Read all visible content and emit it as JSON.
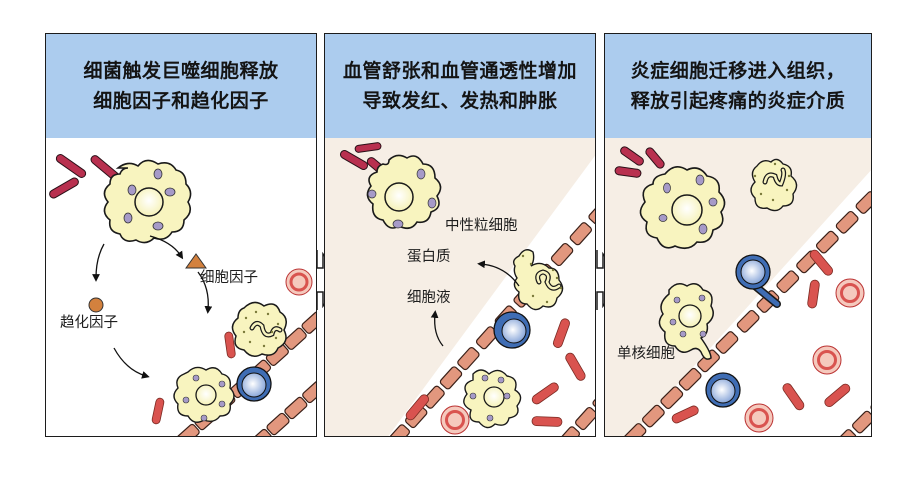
{
  "panels": [
    {
      "id": "stage-1",
      "title_line1": "细菌触发巨噬细胞释放",
      "title_line2": "细胞因子和趋化因子",
      "labels": {
        "cytokine": "细胞因子",
        "chemokine": "趋化因子"
      }
    },
    {
      "id": "stage-2",
      "title_line1": "血管舒张和血管通透性增加",
      "title_line2": "导致发红、发热和肿胀",
      "labels": {
        "neutrophil": "中性粒细胞",
        "protein": "蛋白质",
        "fluid": "细胞液"
      }
    },
    {
      "id": "stage-3",
      "title_line1": "炎症细胞迁移进入组织，",
      "title_line2": "释放引起疼痛的炎症介质",
      "labels": {
        "monocyte": "单核细胞"
      }
    }
  ],
  "colors": {
    "header_bg": "#acccee",
    "tissue_bg": "#f6eee5",
    "lumen_bg": "#ffffff",
    "macrophage_fill": "#f8f4bf",
    "bacteria": "#b8304f",
    "endothelium": "#e2977e",
    "red_blood_cell": "#d9534f",
    "lymphocyte": "#3f6db4",
    "cytokine_triangle": "#d3813e",
    "chemokine_dot": "#d3813e"
  }
}
